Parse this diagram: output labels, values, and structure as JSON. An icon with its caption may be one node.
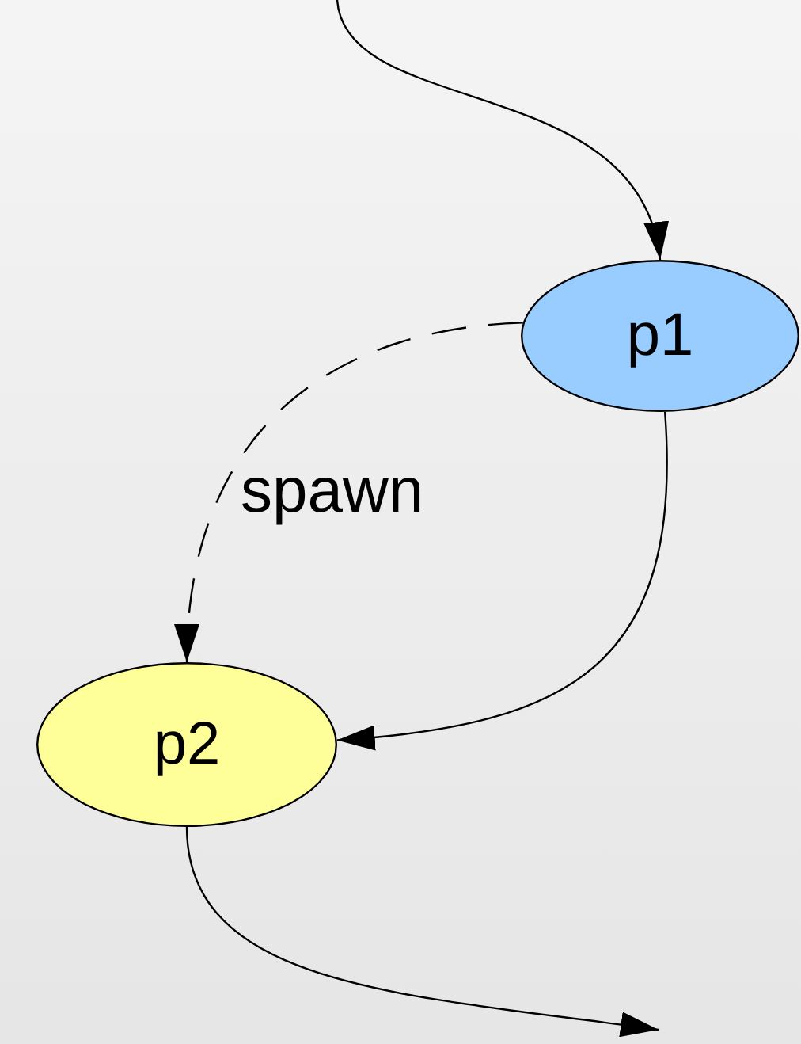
{
  "diagram": {
    "nodes": [
      {
        "text": [
          "p1"
        ]
      },
      {
        "text": [
          "p2"
        ]
      }
    ],
    "edges": [
      {
        "from": null,
        "to": 0,
        "arrow": "to"
      },
      {
        "from": 0,
        "to": 1,
        "arrow": "to",
        "label": "spawn",
        "style": "dashed"
      },
      {
        "from": 0,
        "to": 1,
        "arrow": "to"
      },
      {
        "from": 1,
        "to": null,
        "arrow": "to"
      }
    ]
  }
}
